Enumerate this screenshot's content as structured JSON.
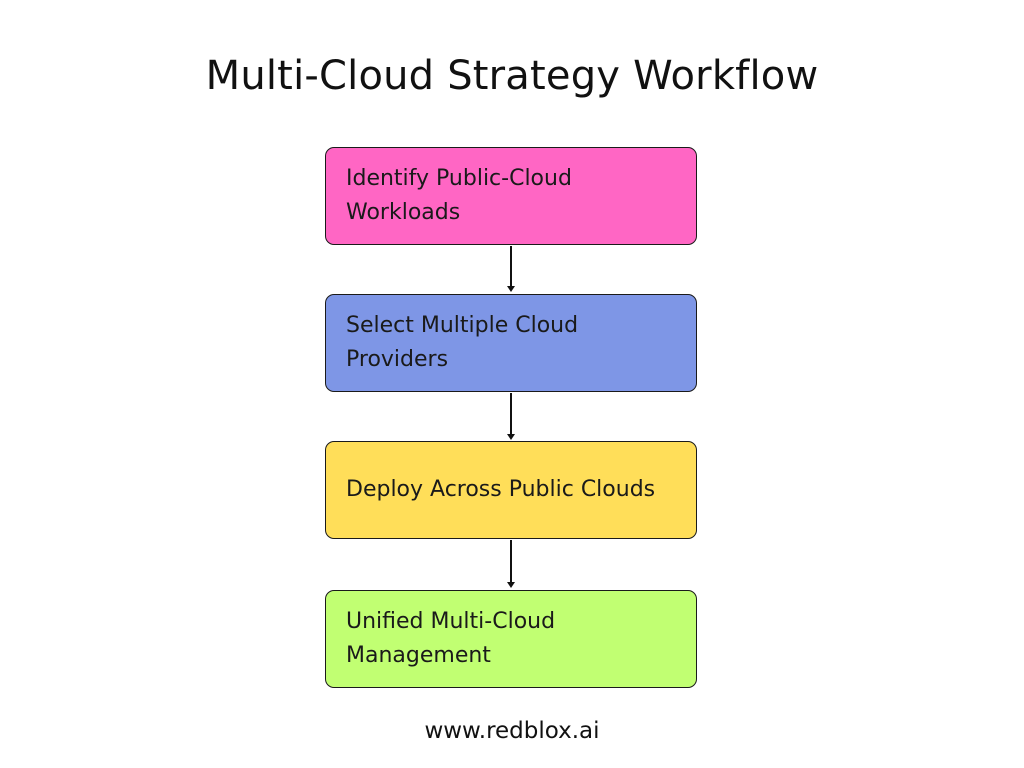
{
  "title": "Multi-Cloud Strategy Workflow",
  "steps": [
    {
      "label": "Identify Public-Cloud Workloads",
      "color": "#ff66c4"
    },
    {
      "label": "Select Multiple Cloud Providers",
      "color": "#7e96e6"
    },
    {
      "label": "Deploy Across Public Clouds",
      "color": "#ffde59"
    },
    {
      "label": "Unified Multi-Cloud Management",
      "color": "#c1ff72"
    }
  ],
  "connectors": [
    {
      "from": 0,
      "to": 1
    },
    {
      "from": 1,
      "to": 2
    },
    {
      "from": 2,
      "to": 3
    }
  ],
  "footer": "www.redblox.ai"
}
